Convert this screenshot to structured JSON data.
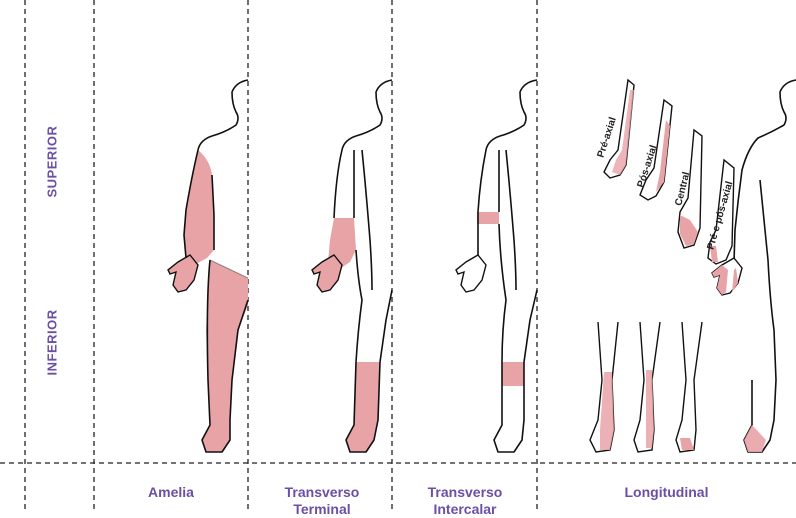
{
  "row_labels": {
    "superior": "SUPERIOR",
    "inferior": "INFERIOR"
  },
  "columns": {
    "amelia": "Amelia",
    "transverso_terminal": "Transverso Terminal",
    "transverso_intercalar": "Transverso Intercalar",
    "longitudinal": "Longitudinal"
  },
  "longitudinal_types": {
    "pre_axial": "Pré-axial",
    "pos_axial": "Pós-axial",
    "central": "Central",
    "pre_pos_axial": "Pré e pós-axial"
  },
  "colors": {
    "highlight": "#e8a3a7",
    "label": "#6b4fa5",
    "outline": "#111111"
  }
}
